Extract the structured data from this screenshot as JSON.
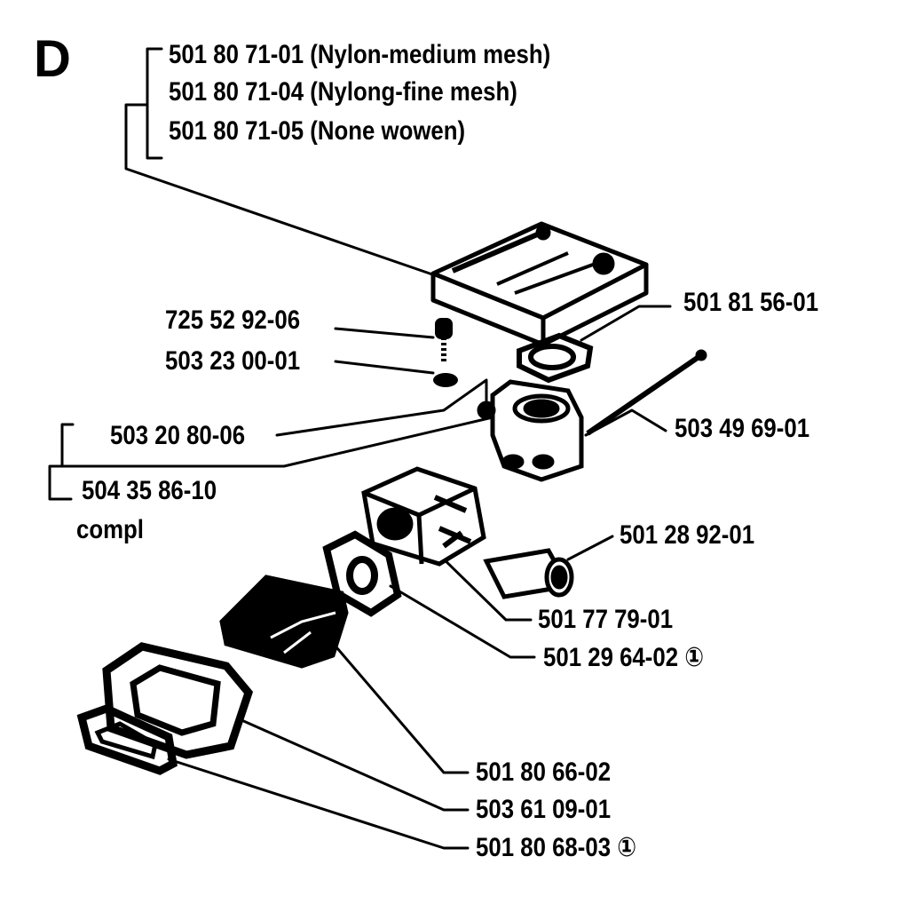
{
  "section_letter": "D",
  "filter_options": [
    {
      "part_no": "501 80 71-01",
      "note": "(Nylon-medium mesh)"
    },
    {
      "part_no": "501 80 71-04",
      "note": "(Nylong-fine mesh)"
    },
    {
      "part_no": "501 80 71-05",
      "note": "(None wowen)"
    }
  ],
  "callouts": {
    "cover": "501 81 56-01",
    "screw": "725 52 92-06",
    "washer": "503 23 00-01",
    "carb_holder": "503 20 80-06",
    "holder_kit": "504 35 86-10",
    "holder_kit_suffix": "compl",
    "rod": "503 49 69-01",
    "tube": "501 28 92-01",
    "carburetor": "501 77 79-01",
    "carb_gasket": "501 29 64-02 ①",
    "filter": "501 80 66-02",
    "filter_base": "503 61 09-01",
    "base_gasket": "501 80 68-03 ①"
  }
}
